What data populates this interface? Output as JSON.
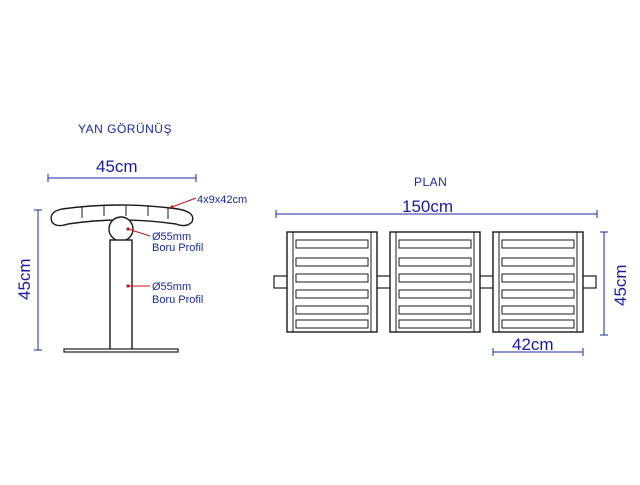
{
  "labels": {
    "side_view_title": "YAN GÖRÜNÜŞ",
    "plan_title": "PLAN",
    "side_width": "45cm",
    "side_height": "45cm",
    "slat_spec": "4x9x42cm",
    "pipe1_diameter": "Ø55mm",
    "pipe1_type": "Boru Profil",
    "pipe2_diameter": "Ø55mm",
    "pipe2_type": "Boru Profil",
    "plan_length": "150cm",
    "plan_depth": "45cm",
    "module_width": "42cm"
  },
  "colors": {
    "dimension": "#1a2a9e",
    "leader": "#c0141c",
    "outline": "#1a1a1a",
    "watermark": "#e6e6e6"
  }
}
